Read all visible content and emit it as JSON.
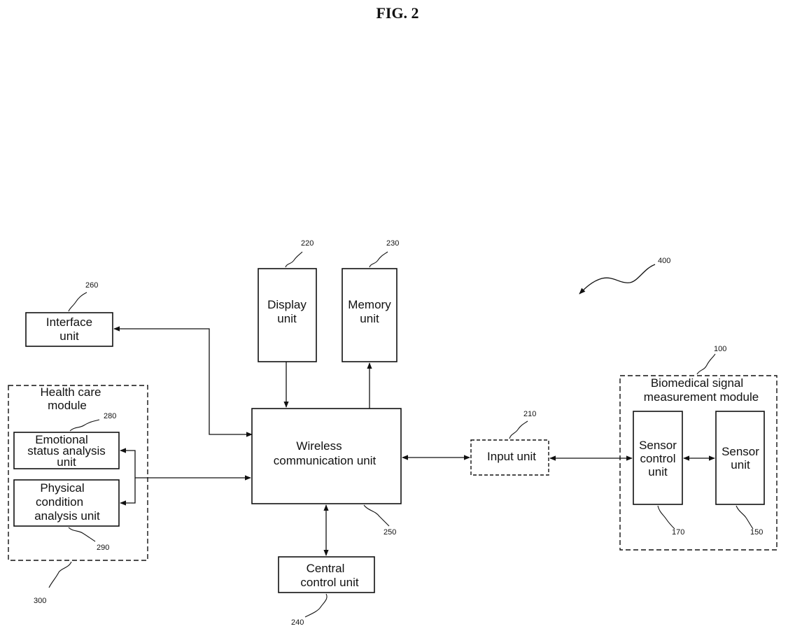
{
  "figure_title": "FIG. 2",
  "blocks": {
    "interface": {
      "lines": [
        "Interface",
        "unit"
      ],
      "ref": "260"
    },
    "display": {
      "lines": [
        "Display",
        "unit"
      ],
      "ref": "220"
    },
    "memory": {
      "lines": [
        "Memory",
        "unit"
      ],
      "ref": "230"
    },
    "wireless": {
      "lines": [
        "Wireless",
        "communication unit"
      ],
      "ref": "250"
    },
    "input": {
      "lines": [
        "Input unit"
      ],
      "ref": "210"
    },
    "central": {
      "lines": [
        "Central",
        "control unit"
      ],
      "ref": "240"
    },
    "health_module": {
      "lines": [
        "Health care",
        "module"
      ],
      "ref": "300"
    },
    "emotional": {
      "lines": [
        "Emotional",
        "status analysis",
        "unit"
      ],
      "ref": "280"
    },
    "physical": {
      "lines": [
        "Physical",
        "condition",
        "analysis unit"
      ],
      "ref": "290"
    },
    "bio_module": {
      "lines": [
        "Biomedical signal",
        "measurement module"
      ],
      "ref": "100"
    },
    "sensor_control": {
      "lines": [
        "Sensor",
        "control",
        "unit"
      ],
      "ref": "170"
    },
    "sensor": {
      "lines": [
        "Sensor",
        "unit"
      ],
      "ref": "150"
    }
  },
  "system_ref": "400"
}
